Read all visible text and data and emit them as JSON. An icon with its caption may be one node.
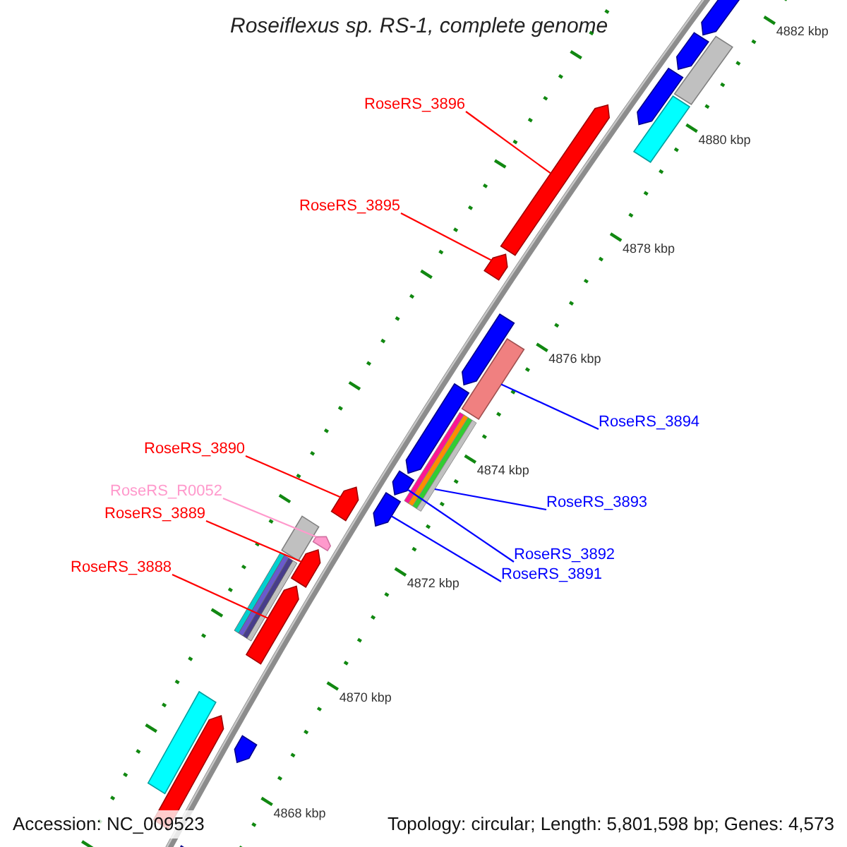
{
  "diagram": {
    "title": "Roseiflexus sp. RS-1, complete genome",
    "nodes": [
      {
        "text": [
          "RoseRS_3896"
        ]
      },
      {
        "text": [
          "RoseRS_3895"
        ]
      },
      {
        "text": [
          "RoseRS_3894"
        ]
      },
      {
        "text": [
          "RoseRS_3890"
        ]
      },
      {
        "text": [
          "RoseRS_3893"
        ]
      },
      {
        "text": [
          "RoseRS_R0052"
        ]
      },
      {
        "text": [
          "RoseRS_3889"
        ]
      },
      {
        "text": [
          "RoseRS_3892"
        ]
      },
      {
        "text": [
          "RoseRS_3891"
        ]
      },
      {
        "text": [
          "RoseRS_3888"
        ]
      },
      {
        "text": [],
        "shape": "pentagon"
      },
      {
        "text": [],
        "shape": "bar"
      },
      {
        "text": [],
        "shape": "pentagon"
      },
      {
        "text": [],
        "shape": "pentagon"
      },
      {
        "text": [],
        "shape": "bar"
      },
      {
        "text": [],
        "shape": "pentagon"
      },
      {
        "text": [],
        "shape": "pentagon"
      },
      {
        "text": [],
        "shape": "pentagon"
      },
      {
        "text": [],
        "shape": "bar"
      },
      {
        "text": [],
        "shape": "pentagon"
      },
      {
        "text": [],
        "shape": "bar"
      },
      {
        "text": [],
        "shape": "pentagon"
      },
      {
        "text": [],
        "shape": "pentagon"
      },
      {
        "text": [],
        "shape": "pentagon"
      },
      {
        "text": [],
        "shape": "bar"
      },
      {
        "text": [],
        "shape": "pentagon"
      },
      {
        "text": [],
        "shape": "pentagon"
      },
      {
        "text": [],
        "shape": "bar"
      },
      {
        "text": [],
        "shape": "pentagon"
      },
      {
        "text": [],
        "shape": "bar"
      },
      {
        "text": [],
        "shape": "pentagon"
      },
      {
        "text": [],
        "shape": "pentagon"
      },
      {
        "text": [],
        "shape": "pentagon"
      }
    ],
    "edges": [
      {
        "from": 0,
        "to": 15,
        "arrow": "none"
      },
      {
        "from": 1,
        "to": 16,
        "arrow": "none"
      },
      {
        "from": 2,
        "to": 18,
        "arrow": "none",
        "color": "#0000ff"
      },
      {
        "from": 3,
        "to": 23,
        "arrow": "none"
      },
      {
        "from": 4,
        "to": 20,
        "arrow": "none",
        "color": "#0000ff"
      },
      {
        "from": 5,
        "to": 25,
        "arrow": "none",
        "color": "#ff99cc"
      },
      {
        "from": 6,
        "to": 26,
        "arrow": "none"
      },
      {
        "from": 7,
        "to": 21,
        "arrow": "none",
        "color": "#0000ff"
      },
      {
        "from": 8,
        "to": 22,
        "arrow": "none",
        "color": "#0000ff"
      },
      {
        "from": 9,
        "to": 28,
        "arrow": "none"
      }
    ],
    "labels": [
      "4882 kbp",
      "4880 kbp",
      "4878 kbp",
      "4876 kbp",
      "4874 kbp",
      "4872 kbp",
      "4870 kbp",
      "4868 kbp",
      "Accession: NC_009523",
      "Topology: circular; Length: 5,801,598 bp; Genes: 4,573"
    ]
  }
}
